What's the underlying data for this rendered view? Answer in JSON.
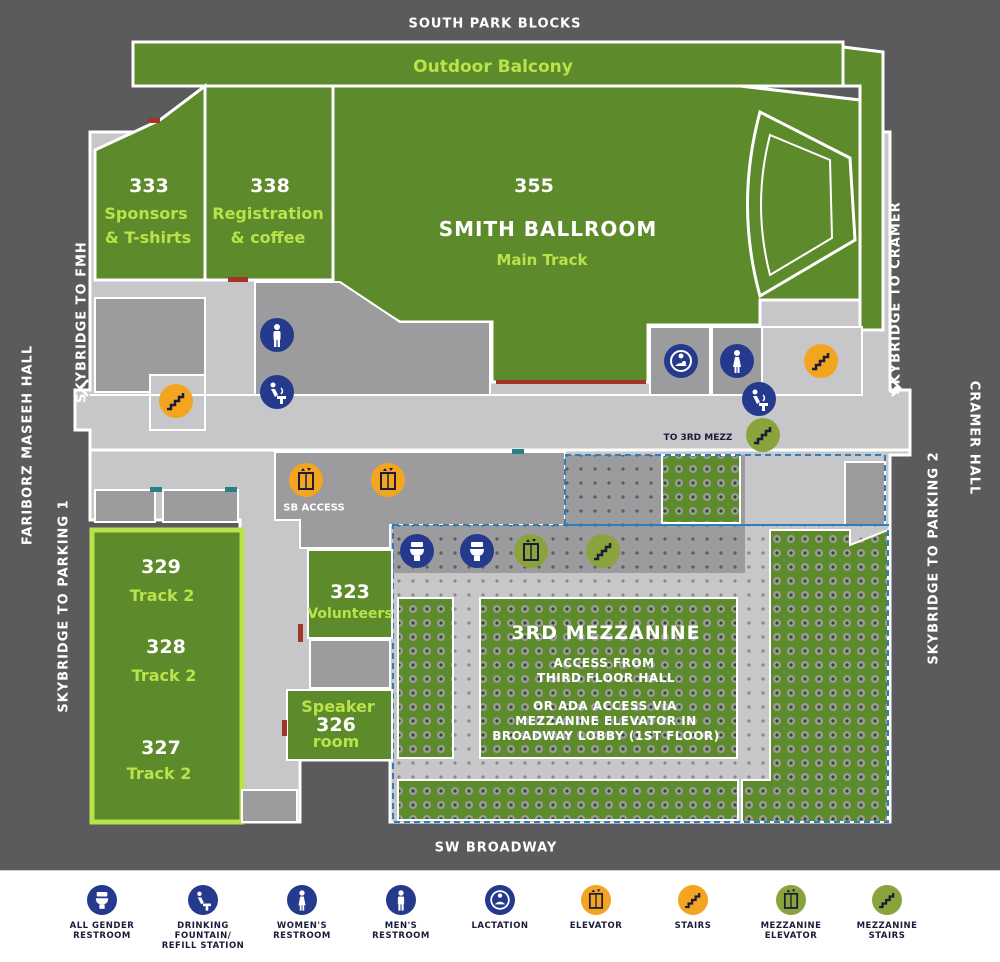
{
  "colors": {
    "background": "#5b5b5e",
    "room": "#5d8a2a",
    "corridor": "#c7c7c9",
    "grey_area": "#9c9c9f",
    "track_border": "#b9e34a",
    "label_green": "#b9e34a",
    "icon_blue": "#253a8c",
    "icon_orange": "#f4a520",
    "icon_olive": "#8aa33a",
    "door_red": "#a4342a",
    "door_teal": "#2a7f86",
    "mezz_border": "#2a7fbf"
  },
  "streets": {
    "north": "SOUTH PARK BLOCKS",
    "south": "SW BROADWAY",
    "west": "FARIBORZ MASEEH HALL",
    "east": "CRAMER HALL",
    "skybridge_fmh": "SKYBRIDGE  TO FMH",
    "skybridge_cramer": "SKYBRIDGE TO CRAMER",
    "skybridge_p1": "SKYBRIDGE TO PARKING 1",
    "skybridge_p2": "SKYBRIDGE TO PARKING 2"
  },
  "rooms": {
    "balcony": "Outdoor Balcony",
    "r333": {
      "number": "333",
      "name1": "Sponsors",
      "name2": "& T-shirts"
    },
    "r338": {
      "number": "338",
      "name1": "Registration",
      "name2": "& coffee"
    },
    "r355": {
      "number": "355",
      "title": "SMITH BALLROOM",
      "name": "Main Track"
    },
    "r329": {
      "number": "329",
      "name": "Track 2"
    },
    "r328": {
      "number": "328",
      "name": "Track 2"
    },
    "r327": {
      "number": "327",
      "name": "Track 2"
    },
    "r323": {
      "number": "323",
      "name": "Volunteers"
    },
    "r326": {
      "number": "326",
      "name1": "Speaker",
      "name2": "room"
    }
  },
  "labels": {
    "sb_access": "SB ACCESS",
    "to_mezz": "TO 3RD MEZZ",
    "mezz_title": "3RD MEZZANINE",
    "mezz_line1": "ACCESS FROM",
    "mezz_line2": "THIRD FLOOR HALL",
    "mezz_line3": "OR ADA ACCESS VIA",
    "mezz_line4": "MEZZANINE ELEVATOR IN",
    "mezz_line5": "BROADWAY LOBBY (1ST FLOOR)"
  },
  "map_icons": [
    {
      "type": "mens-restroom"
    },
    {
      "type": "drinking-fountain"
    },
    {
      "type": "stairs"
    },
    {
      "type": "elevator"
    },
    {
      "type": "elevator"
    },
    {
      "type": "lactation"
    },
    {
      "type": "womens-restroom"
    },
    {
      "type": "stairs"
    },
    {
      "type": "drinking-fountain"
    },
    {
      "type": "mezzanine-stairs"
    },
    {
      "type": "all-gender-restroom"
    },
    {
      "type": "all-gender-restroom"
    },
    {
      "type": "mezzanine-elevator"
    },
    {
      "type": "mezzanine-stairs"
    }
  ],
  "legend": [
    {
      "type": "all-gender-restroom",
      "line1": "ALL GENDER",
      "line2": "RESTROOM",
      "line3": ""
    },
    {
      "type": "drinking-fountain",
      "line1": "DRINKING",
      "line2": "FOUNTAIN/",
      "line3": "REFILL STATION"
    },
    {
      "type": "womens-restroom",
      "line1": "WOMEN'S",
      "line2": "RESTROOM",
      "line3": ""
    },
    {
      "type": "mens-restroom",
      "line1": "MEN'S",
      "line2": "RESTROOM",
      "line3": ""
    },
    {
      "type": "lactation",
      "line1": "LACTATION",
      "line2": "",
      "line3": ""
    },
    {
      "type": "elevator",
      "line1": "ELEVATOR",
      "line2": "",
      "line3": ""
    },
    {
      "type": "stairs",
      "line1": "STAIRS",
      "line2": "",
      "line3": ""
    },
    {
      "type": "mezzanine-elevator",
      "line1": "MEZZANINE",
      "line2": "ELEVATOR",
      "line3": ""
    },
    {
      "type": "mezzanine-stairs",
      "line1": "MEZZANINE",
      "line2": "STAIRS",
      "line3": ""
    }
  ]
}
